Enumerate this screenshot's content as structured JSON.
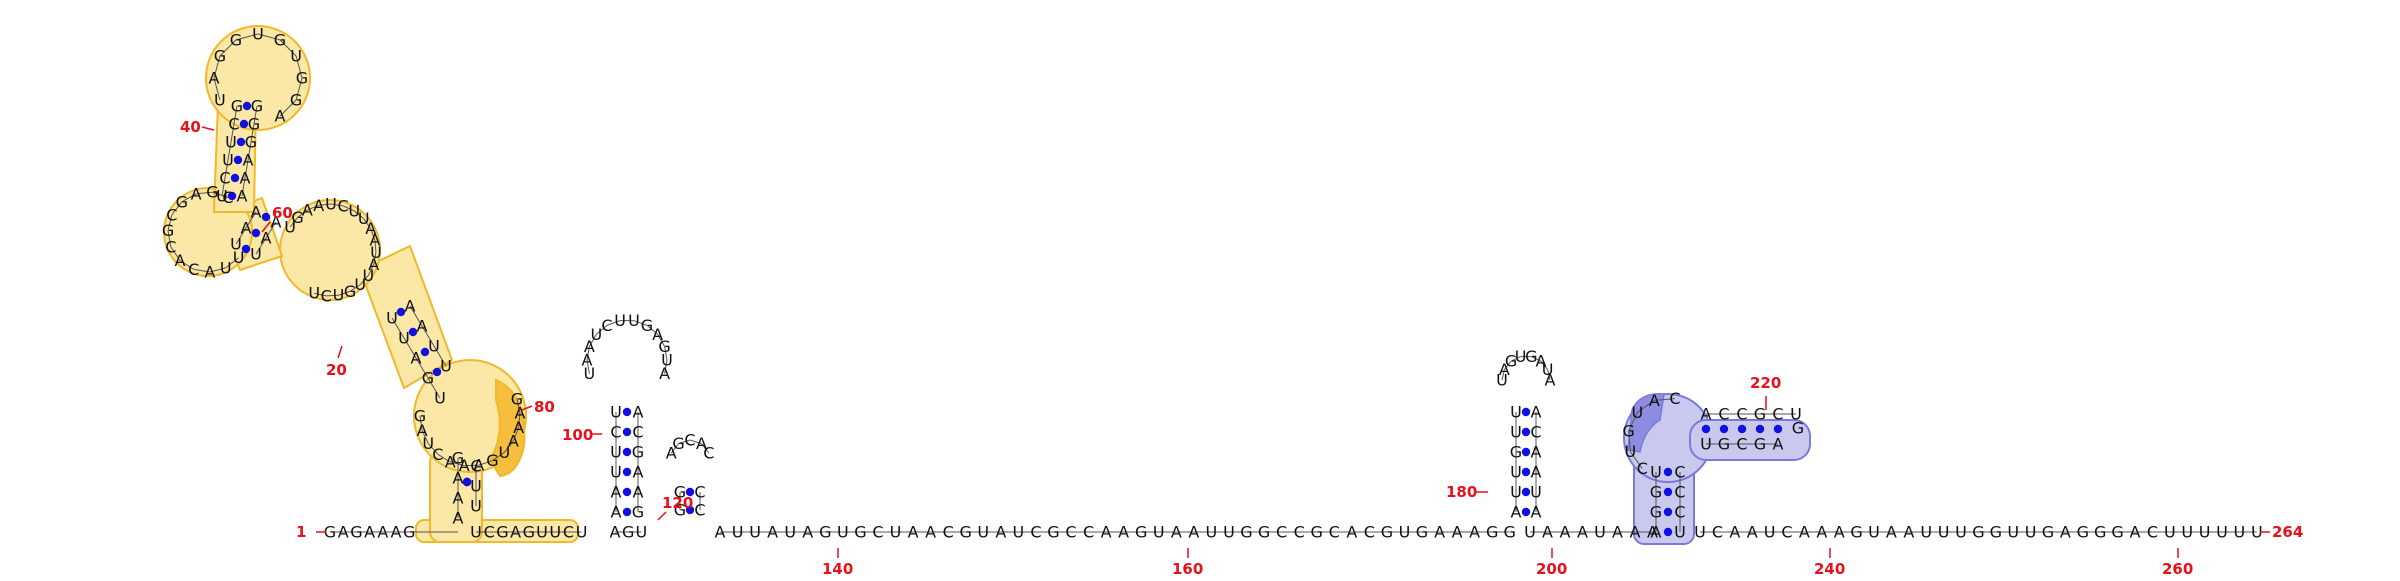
{
  "diagram": {
    "type": "rna-secondary-structure",
    "backbone_sequence": "GAGAAAG UCGAGUUCU AGU AUUAUAGUGCUAACGUAUCGCCAAGUAAUUGGCCGCACGUGAAAGG UAAAUAAA UCAAUCAAAGUAAUUUGGUUGAGGGACUUUUUU",
    "position_labels": {
      "p1": "1",
      "p20": "20",
      "p40": "40",
      "p60": "60",
      "p80": "80",
      "p100": "100",
      "p120": "120",
      "p140": "140",
      "p160": "160",
      "p180": "180",
      "p200": "200",
      "p220": "220",
      "p240": "240",
      "p260": "260",
      "p264": "264"
    },
    "colors": {
      "nucleotide": "#111111",
      "base_pair_dot": "#1010e0",
      "position_label": "#e8101a",
      "yellow_highlight_fill": "#fbe7a6",
      "yellow_highlight_stroke": "#f0b92a",
      "yellow_highlight_strong": "#f6be3c",
      "blue_highlight_fill": "#c9c9f0",
      "blue_highlight_stroke": "#7a7adb",
      "blue_highlight_strong": "#8c8ce0"
    },
    "highlighted_regions": [
      "yellow",
      "blue"
    ]
  }
}
